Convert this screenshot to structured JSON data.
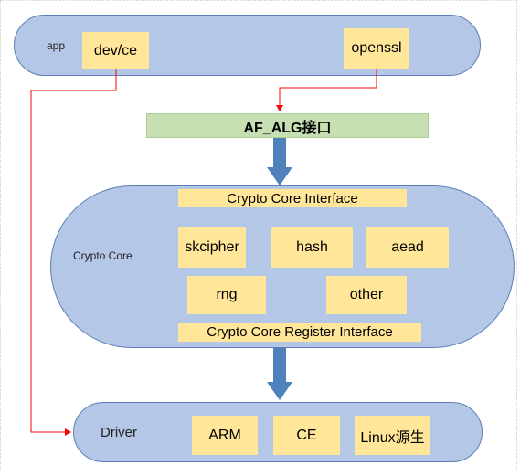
{
  "app": {
    "label": "app",
    "devce": "dev/ce",
    "openssl": "openssl"
  },
  "af_alg": "AF_ALG接口",
  "crypto_core": {
    "label": "Crypto Core",
    "interface": "Crypto Core Interface",
    "register_interface": "Crypto Core Register Interface",
    "modules": [
      "skcipher",
      "hash",
      "aead",
      "rng",
      "other"
    ]
  },
  "driver": {
    "label": "Driver",
    "items": [
      "ARM",
      "CE",
      "Linux源生"
    ]
  },
  "colors": {
    "pill_fill": "#b4c7e7",
    "pill_border": "#5b7fb4",
    "box_fill": "#ffe699",
    "af_alg_fill": "#c6e0b4",
    "arrow_blue": "#4f81bd",
    "connector_red": "#ff0000"
  }
}
